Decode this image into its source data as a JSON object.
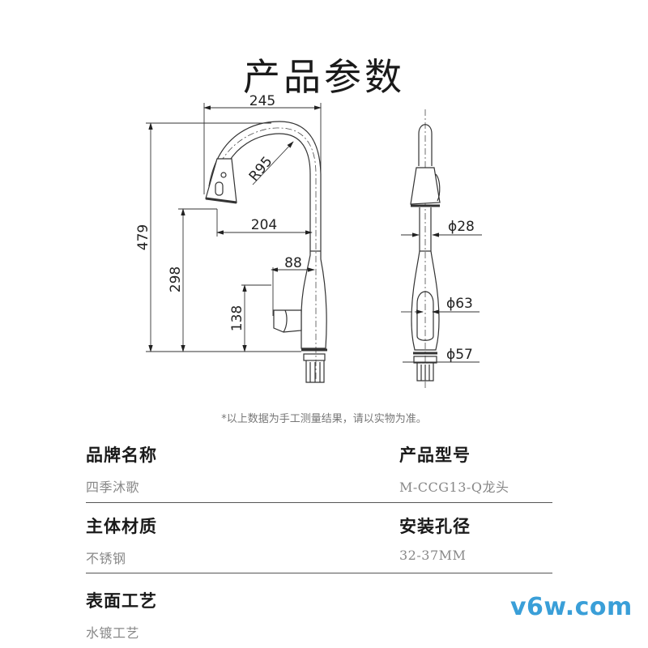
{
  "header": {
    "title": "产品参数"
  },
  "drawing": {
    "side_view": {
      "width_total": "245",
      "bend_radius": "R95",
      "spout_reach": "204",
      "handle_offset": "88",
      "height_total": "479",
      "spout_height": "298",
      "handle_height": "138"
    },
    "front_view": {
      "neck_diameter": "ϕ28",
      "body_diameter": "ϕ63",
      "base_diameter": "ϕ57"
    }
  },
  "note": "*以上数据为手工测量结果，请以实物为准。",
  "specs": [
    {
      "label": "品牌名称",
      "value": "四季沐歌"
    },
    {
      "label": "产品型号",
      "value": "M-CCG13-Q龙头"
    },
    {
      "label": "主体材质",
      "value": "不锈钢"
    },
    {
      "label": "安装孔径",
      "value": "32-37MM"
    },
    {
      "label": "表面工艺",
      "value": "水镀工艺"
    }
  ],
  "watermark": "v6w.com",
  "colors": {
    "line": "#333333",
    "watermark": "#3a9fd8",
    "value_text": "#888888"
  }
}
